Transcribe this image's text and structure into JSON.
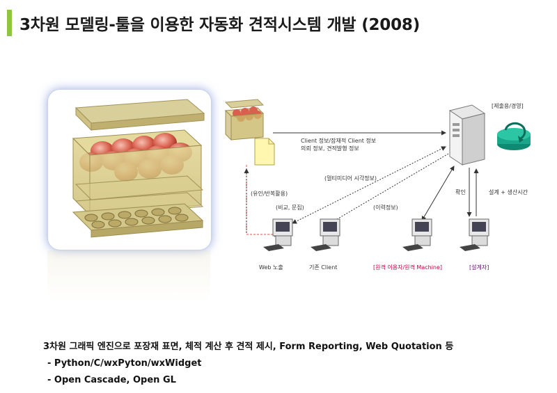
{
  "title": "3차원 모델링-툴을 이용한 자동화 견적시스템 개발 (2008)",
  "diagram": {
    "server_label": "[제출용/경영]",
    "flow_main_line1": "Client 정보/잠재적 Client 정보",
    "flow_main_line2": "의뢰 정보, 견적발행 정보",
    "multimedia_label": "(멀티미디어 시각정보)",
    "reuse_label": "(유인/반복활용)",
    "compare_label": "(비교, 문집)",
    "history_label": "(이력정보)",
    "confirm_label": "확인",
    "design_label": "설계 + 생산시간",
    "web_label": "Web 노출",
    "existing_client_label": "기존 Client",
    "remote_label": "[원격 이용자/원격 Machine]",
    "designer_label": "[설계자]"
  },
  "text": {
    "line1": "3차원 그래픽 엔진으로 포장재 표면, 체적 계산 후 견적 제시, Form Reporting, Web Quotation 등",
    "line2": "- Python/C/wxPyton/wxWidget",
    "line3": "- Open Cascade, Open GL"
  },
  "colors": {
    "accent_bar": "#8dc63f",
    "card_glow": "#5a78d0",
    "remote_label": "#c00040",
    "designer_label": "#7a0a8a",
    "cycle_icon": "#1aa68a"
  }
}
